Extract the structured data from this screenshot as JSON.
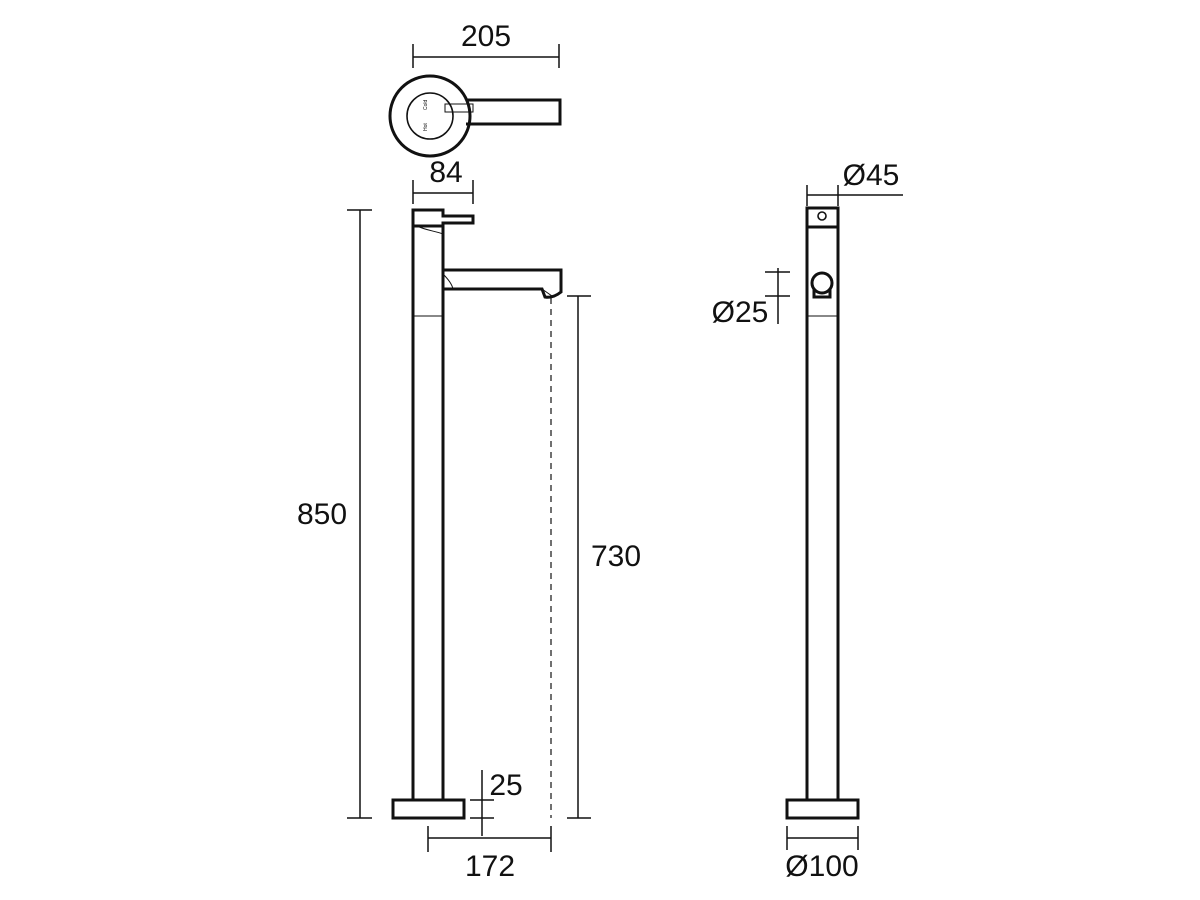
{
  "dimensions": {
    "top_width": "205",
    "handle_width": "84",
    "overall_height": "850",
    "spout_height": "730",
    "base_thickness": "25",
    "base_to_spout": "172",
    "side_diameter": "Ø45",
    "spout_diameter": "Ø25",
    "base_diameter": "Ø100"
  },
  "handle_markings": {
    "cold": "Cold",
    "hot": "Hot"
  }
}
